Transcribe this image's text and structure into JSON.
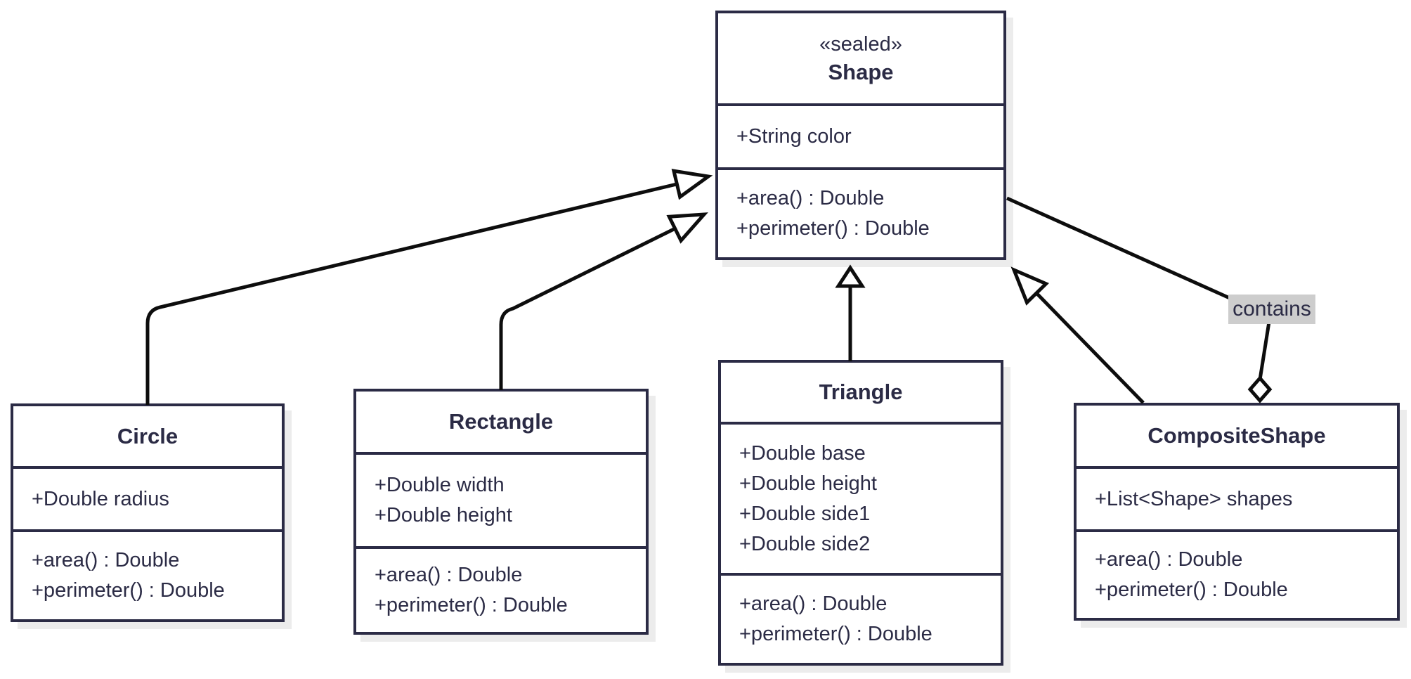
{
  "diagram": {
    "classes": [
      {
        "stereotype": "«sealed»",
        "name": "Shape",
        "attributes": [
          "+String color"
        ],
        "methods": [
          "+area() : Double",
          "+perimeter() : Double"
        ]
      },
      {
        "name": "Circle",
        "attributes": [
          "+Double radius"
        ],
        "methods": [
          "+area() : Double",
          "+perimeter() : Double"
        ]
      },
      {
        "name": "Rectangle",
        "attributes": [
          "+Double width",
          "+Double height"
        ],
        "methods": [
          "+area() : Double",
          "+perimeter() : Double"
        ]
      },
      {
        "name": "Triangle",
        "attributes": [
          "+Double base",
          "+Double height",
          "+Double side1",
          "+Double side2"
        ],
        "methods": [
          "+area() : Double",
          "+perimeter() : Double"
        ]
      },
      {
        "name": "CompositeShape",
        "attributes": [
          "+List<Shape> shapes"
        ],
        "methods": [
          "+area() : Double",
          "+perimeter() : Double"
        ]
      }
    ],
    "edge_label": "contains"
  },
  "colors": {
    "ink": "#2b2b45",
    "line": "#0d0d0d",
    "shadow": "#ececec",
    "label_bg": "#cdcdcd",
    "bg": "#ffffff"
  }
}
